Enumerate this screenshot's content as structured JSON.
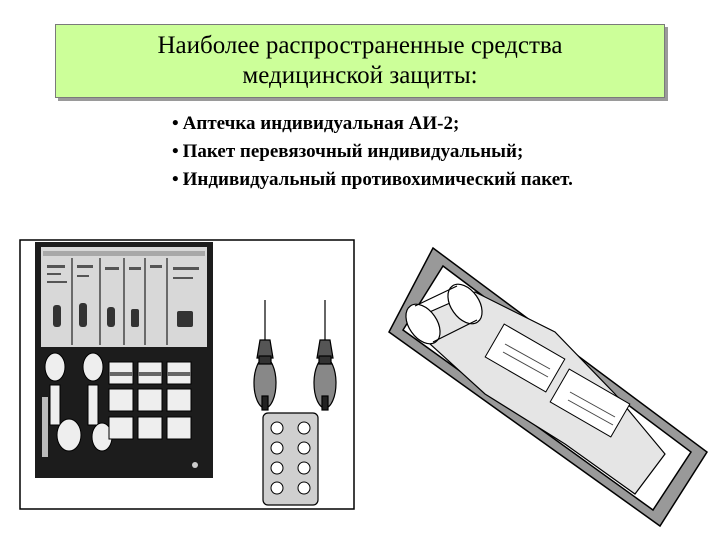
{
  "slide": {
    "title_lines": [
      "Наиболее распространенные средства",
      "медицинской защиты:"
    ],
    "bullet_marker": "•",
    "bullets": [
      "Аптечка индивидуальная АИ-2;",
      "Пакет перевязочный индивидуальный;",
      "Индивидуальный противохимический пакет."
    ]
  },
  "colors": {
    "title_background": "#ccff99",
    "title_border": "#7a7a7a"
  },
  "illustrations": [
    {
      "name": "first-aid-kit-ai2-image",
      "icon": "medical-kit-icon"
    },
    {
      "name": "syringe-tubes-and-tablets-image",
      "icon": "syringe-icon"
    },
    {
      "name": "dressing-package-image",
      "icon": "bandage-icon"
    }
  ]
}
